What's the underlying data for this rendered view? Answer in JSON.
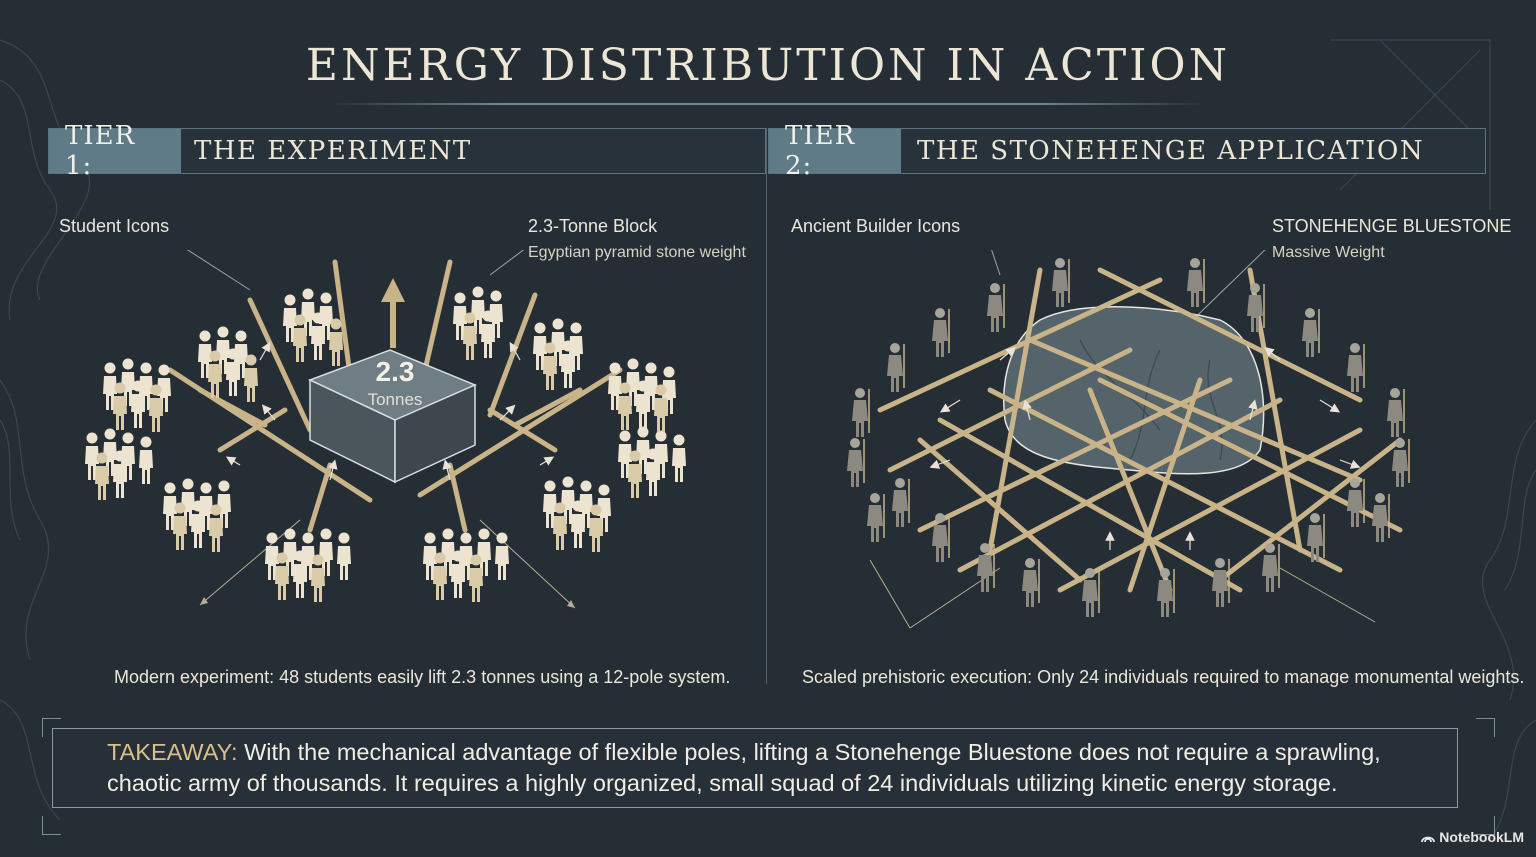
{
  "title": "ENERGY DISTRIBUTION IN ACTION",
  "tier1": {
    "tag": "TIER 1:",
    "title": "THE EXPERIMENT",
    "label_people": "Student Icons",
    "label_block": "2.3-Tonne Block",
    "label_block_sub": "Egyptian pyramid stone weight",
    "block_value": "2.3",
    "block_unit": "Tonnes",
    "caption": "Modern experiment: 48 students easily lift 2.3 tonnes using a 12-pole system."
  },
  "tier2": {
    "tag": "TIER 2:",
    "title": "THE STONEHENGE APPLICATION",
    "label_people": "Ancient Builder Icons",
    "label_stone": "STONEHENGE BLUESTONE",
    "label_stone_sub": "Massive Weight",
    "caption": "Scaled prehistoric execution: Only 24 individuals required to manage monumental weights."
  },
  "takeaway": {
    "lead": "TAKEAWAY:",
    "text": " With the mechanical advantage of flexible poles, lifting a Stonehenge Bluestone does not require a sprawling, chaotic army of thousands. It requires a highly organized, small squad of 24 individuals utilizing kinetic energy storage."
  },
  "brand": "NotebookLM",
  "colors": {
    "background": "#262e35",
    "tier_tag": "#5f7b88",
    "pole": "#c9b48a",
    "stone": "#5f6c72",
    "accent_text": "#d8c08a"
  },
  "icons": {
    "person": "person-icon",
    "brand": "notebooklm-icon"
  }
}
